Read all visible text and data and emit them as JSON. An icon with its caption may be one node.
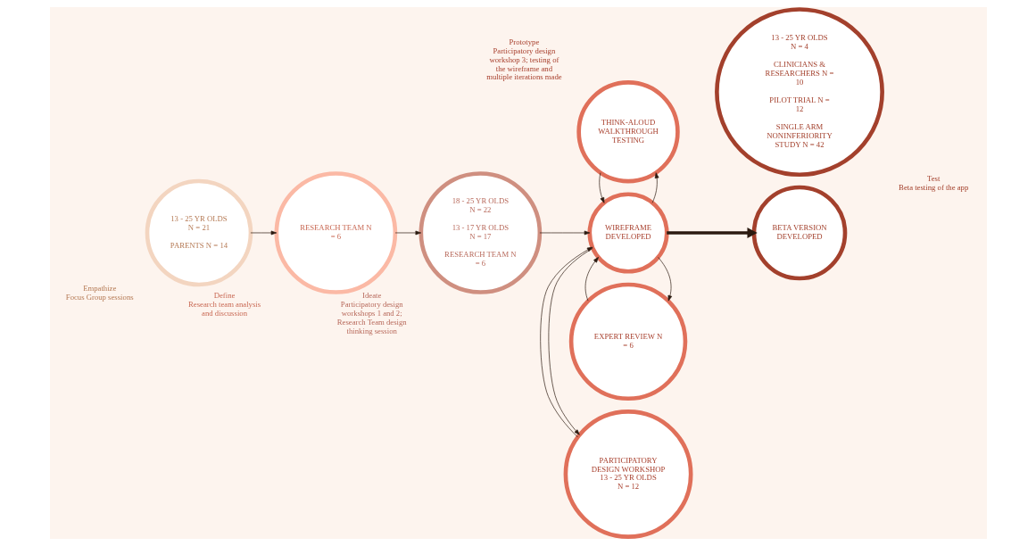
{
  "diagram": {
    "nodes": [
      {
        "text": [
          "13 - 25 YR OLDS N = 21",
          "PARENTS N = 14"
        ],
        "beside": [
          "Empathize",
          "Focus Group sessions"
        ]
      },
      {
        "text": [
          "RESEARCH TEAM N = 6"
        ],
        "beside": [
          "Define",
          "Research team analysis and discussion"
        ]
      },
      {
        "text": [
          "18 - 25 YR OLDS N = 22",
          "13 - 17 YR OLDS N = 17",
          "RESEARCH TEAM N = 6"
        ],
        "beside": [
          "Ideate",
          "Participatory design workshops 1 and 2; Research Team design thinking session"
        ]
      },
      {
        "text": [
          "WIREFRAME DEVELOPED"
        ]
      },
      {
        "text": [
          "PARTICIPATORY DESIGN WORKSHOP 13 - 25 YR OLDS N = 12"
        ]
      },
      {
        "text": [
          "EXPERT REVIEW N = 6"
        ]
      },
      {
        "text": [
          "THINK-ALOUD WALKTHROUGH TESTING"
        ],
        "beside": [
          "Prototype",
          "Participatory design workshop 3; testing of the wireframe and multiple iterations made"
        ]
      },
      {
        "text": [
          "BETA VERSION DEVELOPED"
        ]
      },
      {
        "text": [
          "13 - 25 YR OLDS N = 4",
          "CLINICIANS & RESEARCHERS N = 10",
          "PILOT TRIAL N = 12",
          "SINGLE ARM NONINFERIORITY STUDY N = 42"
        ],
        "beside": [
          "Test",
          "Beta testing of the app"
        ]
      }
    ],
    "edges": [
      {
        "from": 0,
        "to": 1,
        "arrow": "to"
      },
      {
        "from": 1,
        "to": 2,
        "arrow": "to"
      },
      {
        "from": 2,
        "to": 3,
        "arrow": "to"
      },
      {
        "from": 3,
        "to": 7,
        "arrow": "to",
        "style": "thick"
      },
      {
        "from": 3,
        "to": 4,
        "arrow": "to"
      },
      {
        "from": 3,
        "to": 5,
        "arrow": "to"
      },
      {
        "from": 3,
        "to": 6,
        "arrow": "to"
      },
      {
        "from": 4,
        "to": 3,
        "arrow": "to"
      },
      {
        "from": 5,
        "to": 3,
        "arrow": "to"
      },
      {
        "from": 6,
        "to": 3,
        "arrow": "to"
      }
    ]
  }
}
